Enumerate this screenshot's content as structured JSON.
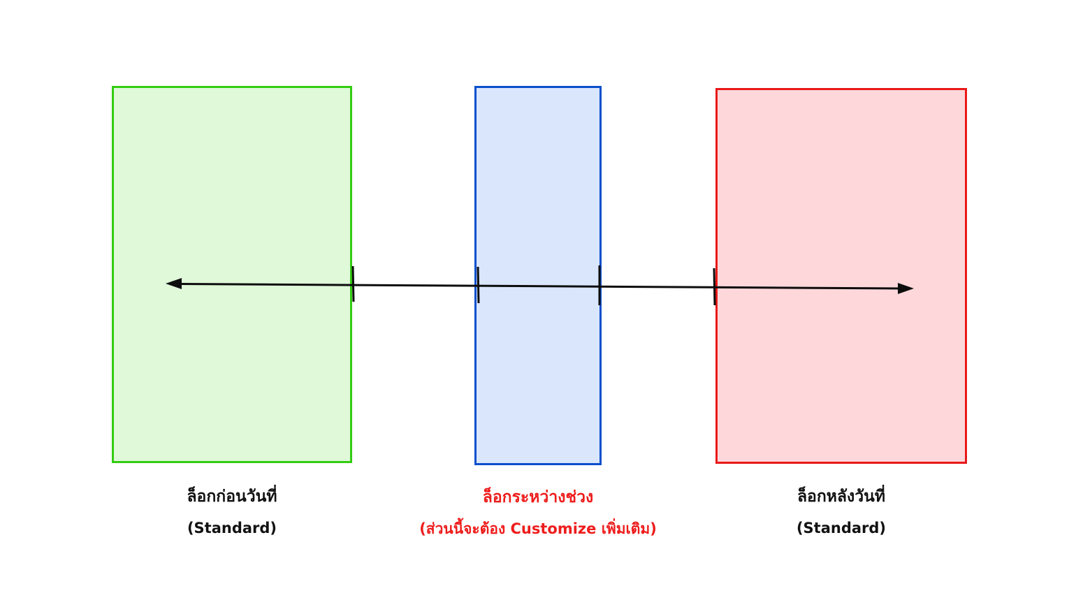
{
  "colors": {
    "before_border": "#33cc11",
    "before_fill": "#dff9d9",
    "between_border": "#0a4fcc",
    "between_fill": "#d9e6fb",
    "after_border": "#e81818",
    "after_fill": "#fdd7da",
    "line": "#0d0d0d",
    "caption_default": "#111111",
    "caption_highlight": "#ee1c1c"
  },
  "zones": {
    "before": {
      "title": "ล็อกก่อนวันที่",
      "subtitle": "(Standard)"
    },
    "between": {
      "title": "ล็อกระหว่างช่วง",
      "subtitle": "(ส่วนนี้จะต้อง Customize เพิ่มเติม)"
    },
    "after": {
      "title": "ล็อกหลังวันที่",
      "subtitle": "(Standard)"
    }
  },
  "icons": {
    "left_arrow": "arrow-left-icon",
    "right_arrow": "arrow-right-icon"
  }
}
